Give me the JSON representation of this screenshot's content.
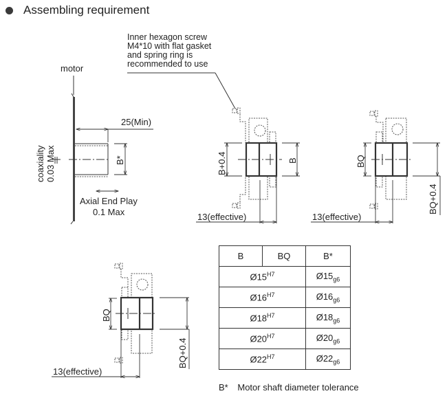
{
  "heading": {
    "bullet_icon": "filled-circle",
    "title": "Assembling requirement"
  },
  "motor_view": {
    "motor_label": "motor",
    "dim_length": "25(Min)",
    "dim_shaft": "B*",
    "coaxiality_label": "coaxiality",
    "coaxiality_value": "0.03 Max",
    "end_play_label": "Axial End Play",
    "end_play_value": "0.1 Max"
  },
  "screw_note": {
    "lines": [
      "Inner hexagon screw",
      "M4*10 with flat gasket",
      "and spring ring is",
      "recommended to use"
    ]
  },
  "view_b": {
    "dim_left": "B+0.4",
    "dim_right": "B",
    "dim_bottom": "13(effective)"
  },
  "view_bq_right": {
    "dim_left": "BQ",
    "dim_right": "BQ+0.4",
    "dim_bottom": "13(effective)"
  },
  "view_bq_bottom": {
    "dim_left": "BQ",
    "dim_right": "BQ+0.4",
    "dim_bottom": "13(effective)"
  },
  "table": {
    "headers": [
      "B",
      "BQ",
      "B*"
    ],
    "rows": [
      {
        "bore": "Ø15",
        "bore_tol": "H7",
        "shaft": "Ø15",
        "shaft_tol": "g6"
      },
      {
        "bore": "Ø16",
        "bore_tol": "H7",
        "shaft": "Ø16",
        "shaft_tol": "g6"
      },
      {
        "bore": "Ø18",
        "bore_tol": "H7",
        "shaft": "Ø18",
        "shaft_tol": "g6"
      },
      {
        "bore": "Ø20",
        "bore_tol": "H7",
        "shaft": "Ø20",
        "shaft_tol": "g6"
      },
      {
        "bore": "Ø22",
        "bore_tol": "H7",
        "shaft": "Ø22",
        "shaft_tol": "g6"
      }
    ]
  },
  "footnote": {
    "key": "B*",
    "text": "Motor shaft diameter tolerance"
  }
}
